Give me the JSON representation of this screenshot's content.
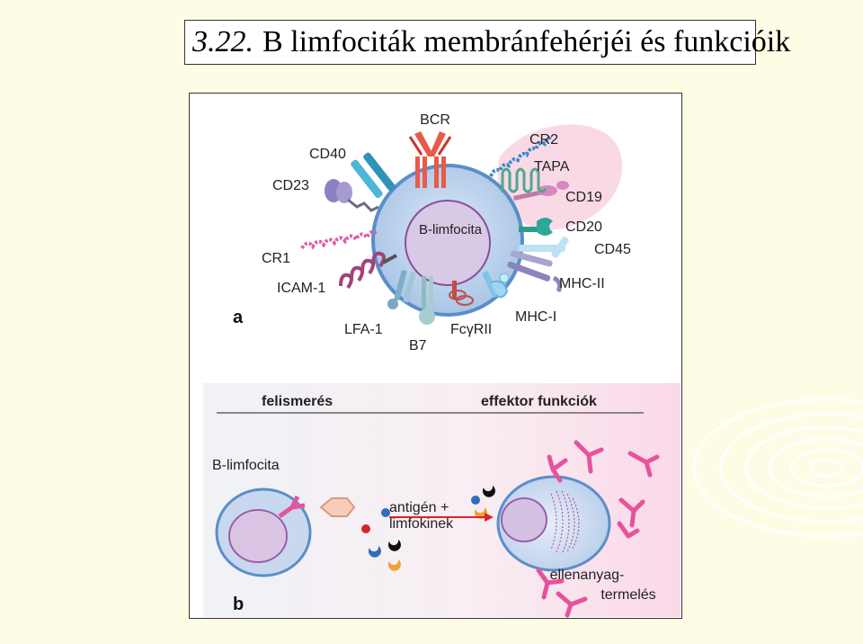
{
  "slide": {
    "title_number": "3.22.",
    "title_text": "B limfociták membránfehérjéi és funkcióik"
  },
  "panel_a": {
    "panel_label": "a",
    "cell_label": "B-limfocita",
    "molecules": {
      "bcr": "BCR",
      "cd40": "CD40",
      "cd23": "CD23",
      "cr1": "CR1",
      "icam1": "ICAM-1",
      "lfa1": "LFA-1",
      "b7": "B7",
      "fcgrii": "FcγRII",
      "mhc1": "MHC-I",
      "mhc2": "MHC-II",
      "cd45": "CD45",
      "cd20": "CD20",
      "cd19": "CD19",
      "tapa": "TAPA",
      "cr2": "CR2"
    }
  },
  "panel_b": {
    "panel_label": "b",
    "recognition_heading": "felismerés",
    "effector_heading": "effektor funkciók",
    "cell_label": "B-limfocita",
    "arrow_label_line1": "antigén +",
    "arrow_label_line2": "limfokinek",
    "output_label_line1": "ellenanyag-",
    "output_label_line2": "termelés"
  },
  "colors": {
    "cell_fill": "#bcd4ee",
    "nucleus_fill": "#d8c6e6",
    "membrane": "#5a8ec8",
    "pink_halo": "#f7c6dc",
    "antibody": "#e6539c",
    "bcr": "#e85a4a"
  },
  "icons": [
    "antibody-icon",
    "antigen-hexagon-icon",
    "crescent-icon",
    "dot-icon",
    "arrow-icon"
  ]
}
